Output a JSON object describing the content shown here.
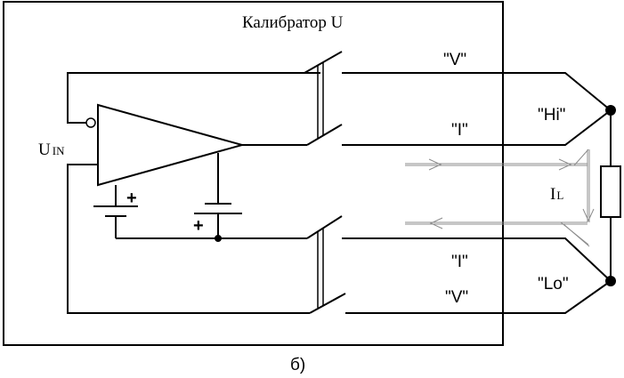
{
  "diagram": {
    "box_title": "Калибратор U",
    "input_label_main": "U",
    "input_label_sub": "IN",
    "terminals": {
      "v_top": "\"V\"",
      "i_top": "\"I\"",
      "i_bottom": "\"I\"",
      "v_bottom": "\"V\""
    },
    "nodes": {
      "hi": "\"Hi\"",
      "lo": "\"Lo\""
    },
    "load_label_main": "I",
    "load_label_sub": "L",
    "battery_plus_1": "+",
    "battery_plus_2": "+",
    "caption": "б)"
  }
}
